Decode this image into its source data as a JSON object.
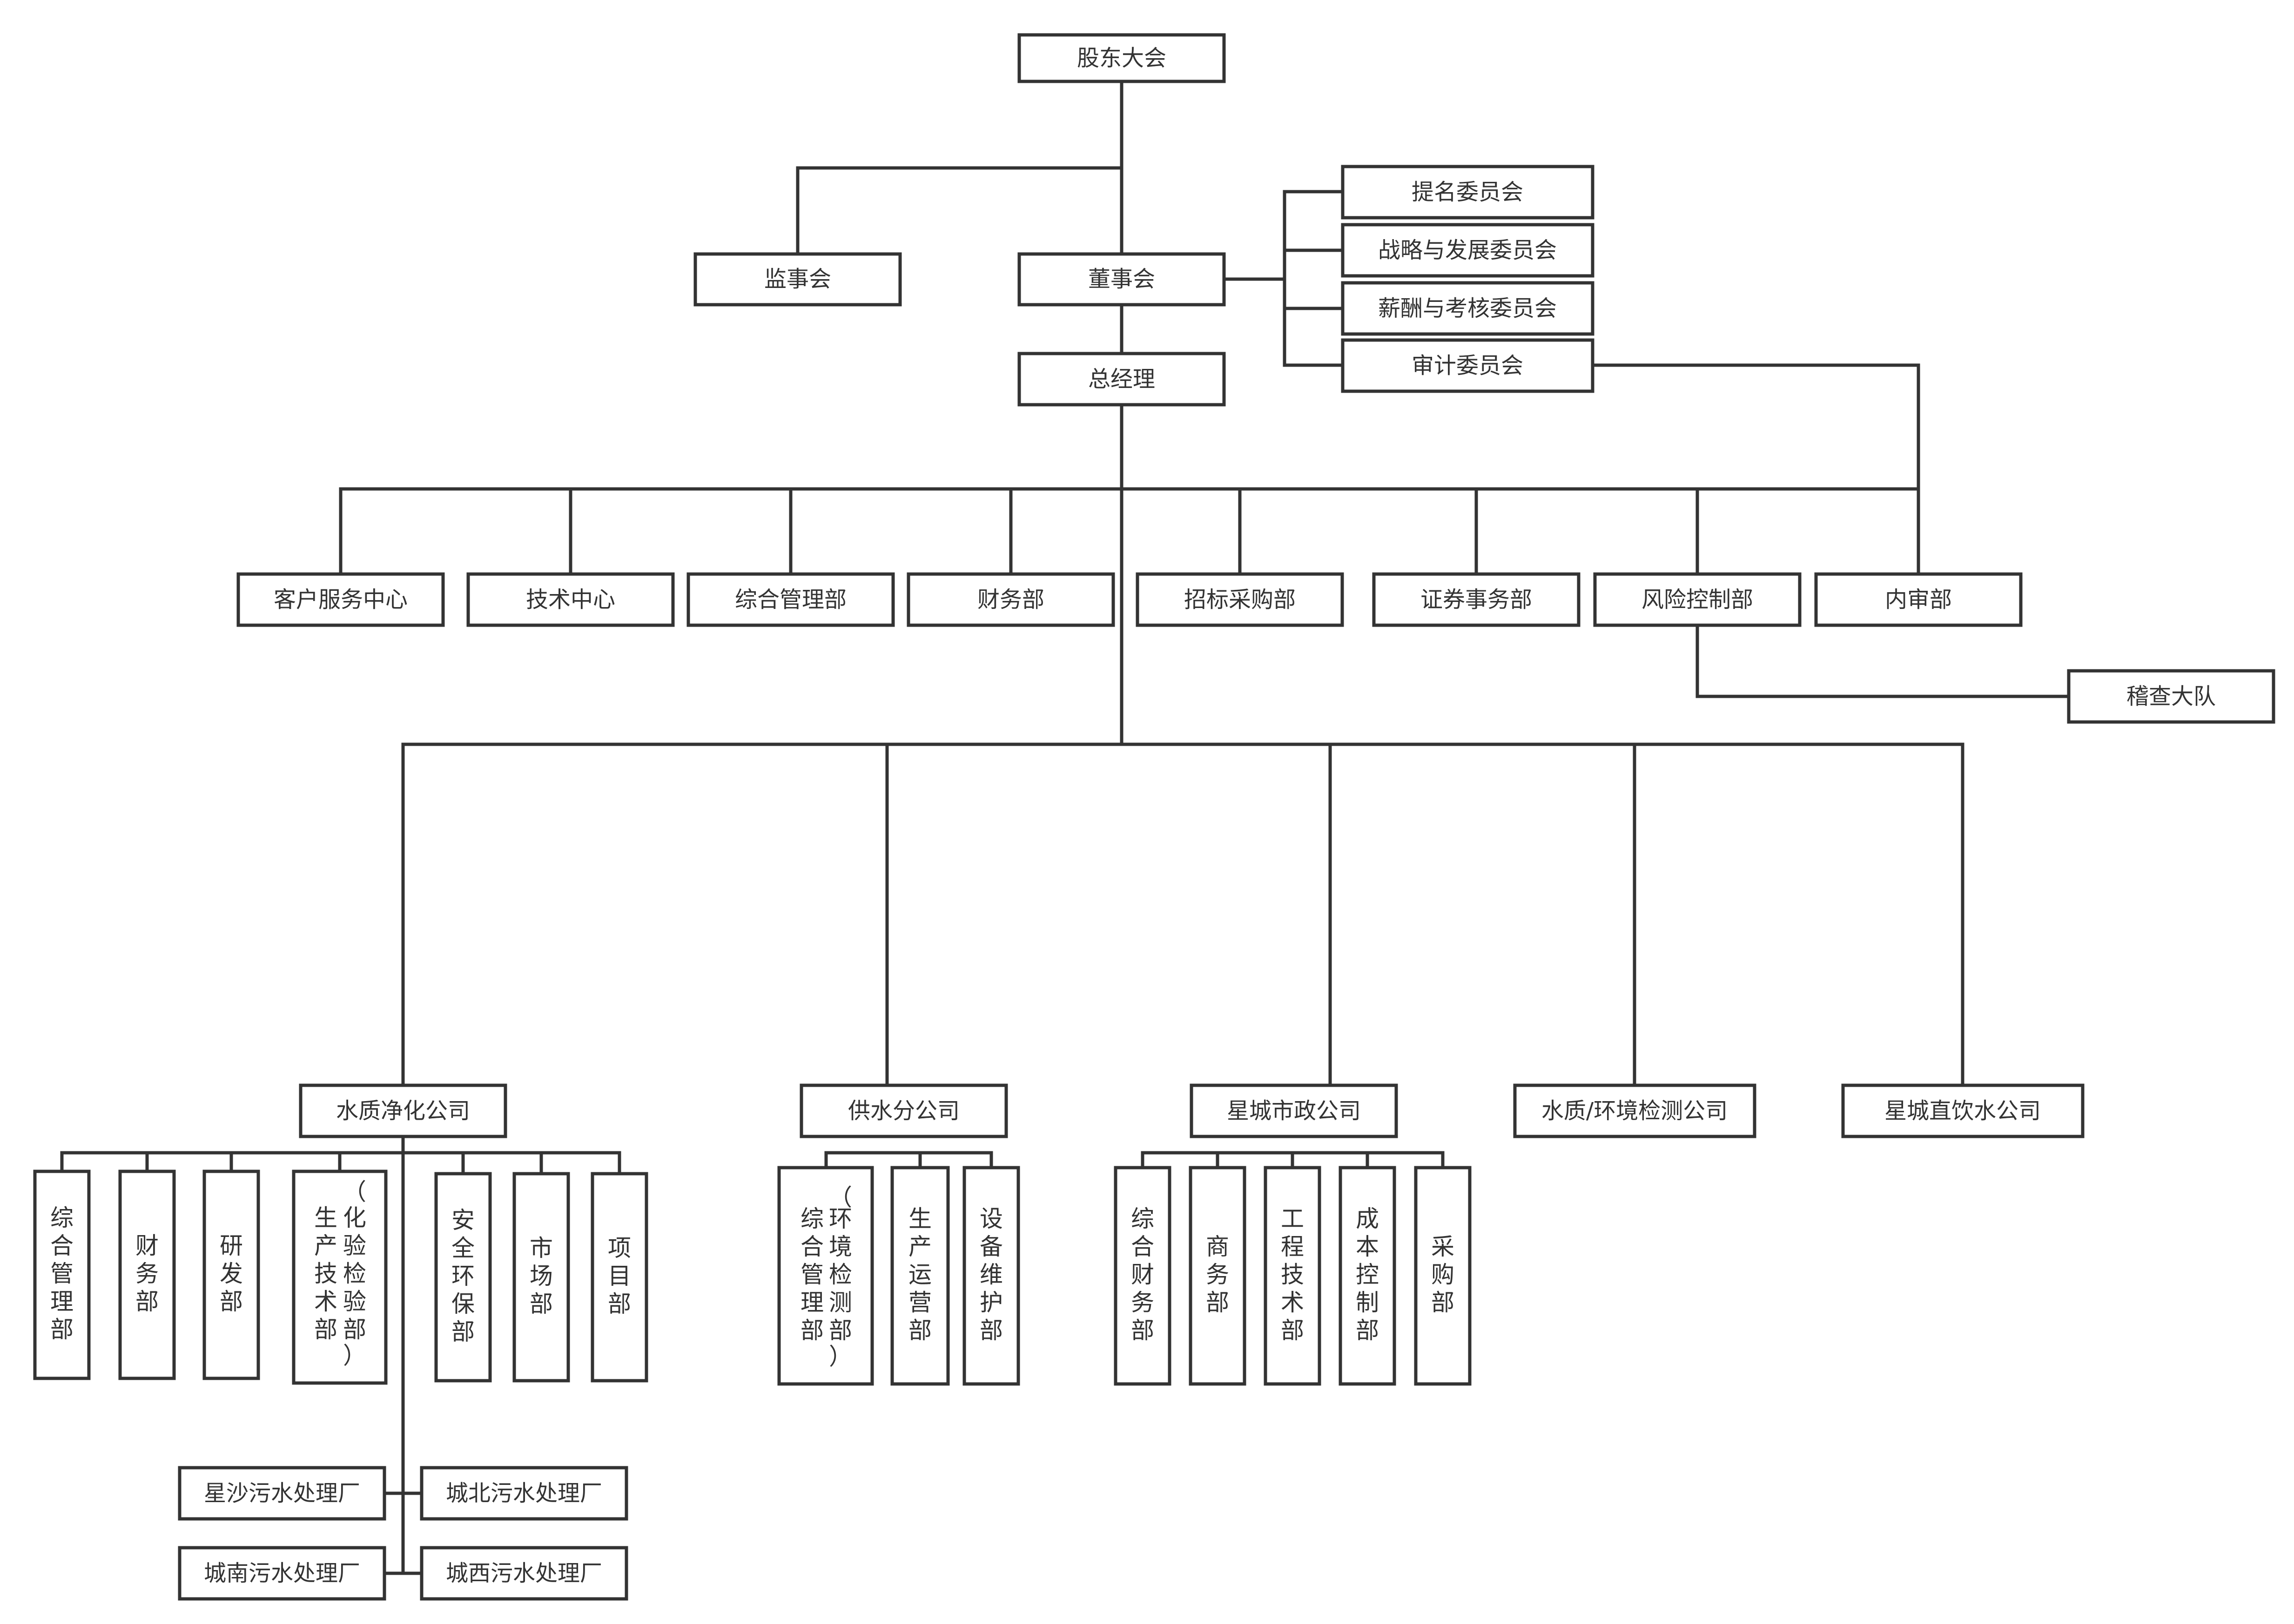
{
  "org": {
    "shareholders": "股东大会",
    "supervisors": "监事会",
    "board": "董事会",
    "gm": "总经理",
    "committees": [
      "提名委员会",
      "战略与发展委员会",
      "薪酬与考核委员会",
      "审计委员会"
    ],
    "departments": [
      "客户服务中心",
      "技术中心",
      "综合管理部",
      "财务部",
      "招标采购部",
      "证券事务部",
      "风险控制部",
      "内审部"
    ],
    "inspection_team": "稽查大队",
    "subsidiaries": [
      "水质净化公司",
      "供水分公司",
      "星城市政公司",
      "水质/环境检测公司",
      "星城直饮水公司"
    ],
    "water_purification_depts": [
      "综合管理部",
      "财务部",
      "研发部",
      "生产技术部（化验检验部）",
      "安全环保部",
      "市场部",
      "项目部"
    ],
    "plants": [
      "星沙污水处理厂",
      "城北污水处理厂",
      "城南污水处理厂",
      "城西污水处理厂"
    ],
    "water_supply_depts": [
      "综合管理部（环境检测部）",
      "生产运营部",
      "设备维护部"
    ],
    "municipal_depts": [
      "综合财务部",
      "商务部",
      "工程技术部",
      "成本控制部",
      "采购部"
    ]
  }
}
